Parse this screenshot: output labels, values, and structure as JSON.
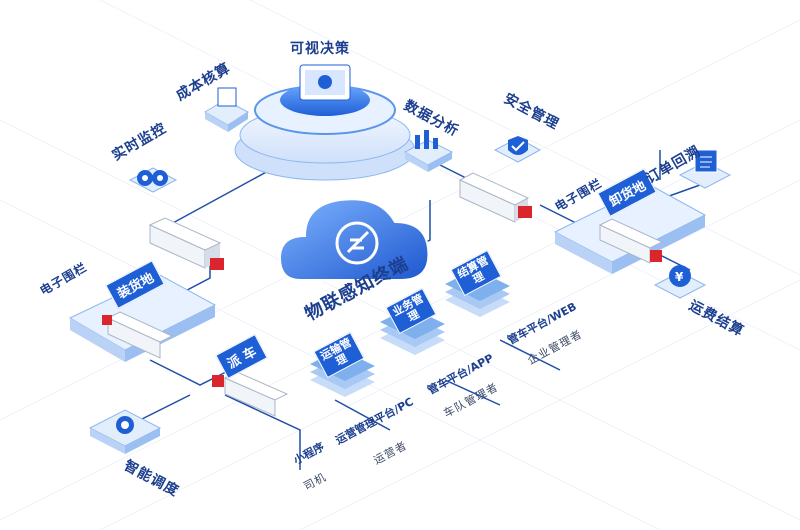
{
  "labels": {
    "visual_decision": "可视决策",
    "cost_accounting": "成本核算",
    "data_analysis": "数据分析",
    "safety_management": "安全管理",
    "realtime_monitoring": "实时监控",
    "geofence_left": "电子围栏",
    "geofence_right": "电子围栏",
    "loading_site": "装货地",
    "unloading_site": "卸货地",
    "order_review": "订单回溯",
    "freight_settlement": "运费结算",
    "dispatch": "派 车",
    "smart_dispatch": "智能调度",
    "iot_terminal": "物联感知终端"
  },
  "stacks": {
    "transport": "运输管理",
    "business": "业务管理",
    "settlement": "结算管理"
  },
  "platforms": {
    "mini_program": "小程序",
    "driver": "司机",
    "ops_platform": "运营管理平台/PC",
    "operator": "运营者",
    "fleet_app": "管车平台/APP",
    "fleet_manager": "车队管理者",
    "fleet_web": "管车平台/WEB",
    "enterprise_manager": "企业管理者"
  },
  "colors": {
    "primary": "#1f5fd6",
    "dark": "#1c3f8f",
    "light": "#dbe8fb",
    "truck_red": "#d9252b"
  },
  "icons": [
    "monitor-eye-icon",
    "cost-device-icon",
    "data-chart-icon",
    "shield-check-icon",
    "order-receipt-icon",
    "yen-coin-icon",
    "dispatch-hub-icon",
    "cloud-logo-icon"
  ]
}
